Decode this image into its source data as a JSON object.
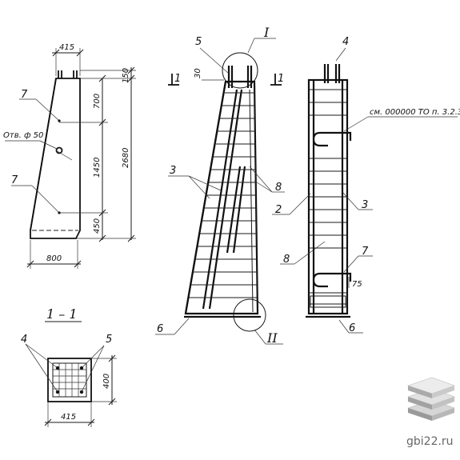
{
  "dimensions": {
    "top_width": "415",
    "top_offset": "150",
    "seg_700": "700",
    "total_height": "2680",
    "seg_1450": "1450",
    "seg_450": "450",
    "bottom_width": "800",
    "section_height": "400",
    "section_width": "415",
    "cover": "30",
    "bend": "75"
  },
  "labels": {
    "pos_1": "1",
    "pos_2": "2",
    "pos_3": "3",
    "pos_4": "4",
    "pos_5": "5",
    "pos_6": "6",
    "pos_7": "7",
    "pos_8": "8",
    "hole": "Отв. ф 50",
    "note": "см. 000000 ТО п. 3.2.3",
    "node_I": "I",
    "node_II": "II",
    "section_title": "1 – 1"
  },
  "watermark": "gbi22.ru",
  "colors": {
    "ink": "#111111",
    "background": "#ffffff",
    "watermark": "#666666"
  }
}
